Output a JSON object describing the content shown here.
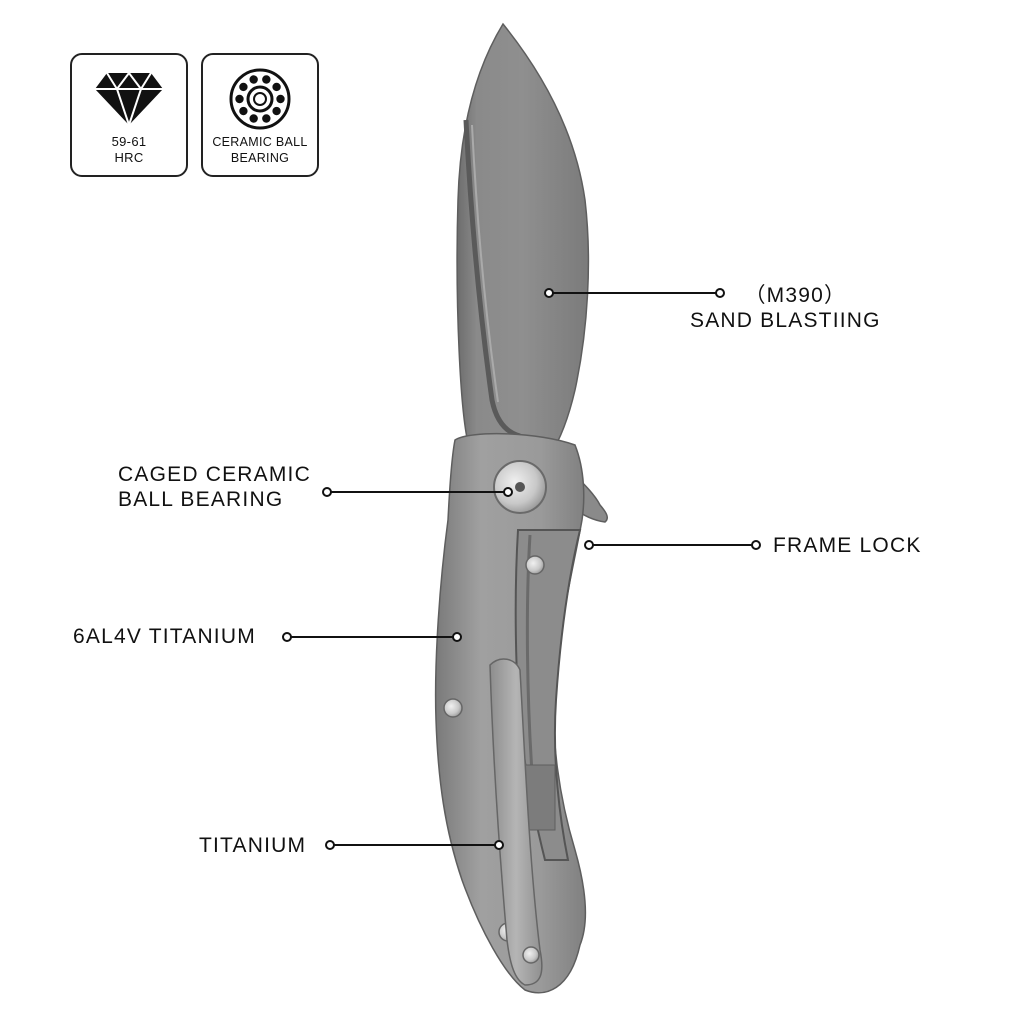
{
  "badges": [
    {
      "icon": "diamond-icon",
      "line1": "59-61",
      "line2": "HRC"
    },
    {
      "icon": "ball-bearing-icon",
      "line1": "CERAMIC BALL",
      "line2": "BEARING"
    }
  ],
  "callouts": {
    "blade_steel": {
      "line1": "（M390）",
      "line2": "SAND BLASTIING"
    },
    "bearing": {
      "line1": "CAGED CERAMIC",
      "line2": "BALL BEARING"
    },
    "frame_lock": {
      "line1": "FRAME LOCK"
    },
    "handle": {
      "line1": "6AL4V TITANIUM"
    },
    "clip": {
      "line1": "TITANIUM"
    }
  }
}
